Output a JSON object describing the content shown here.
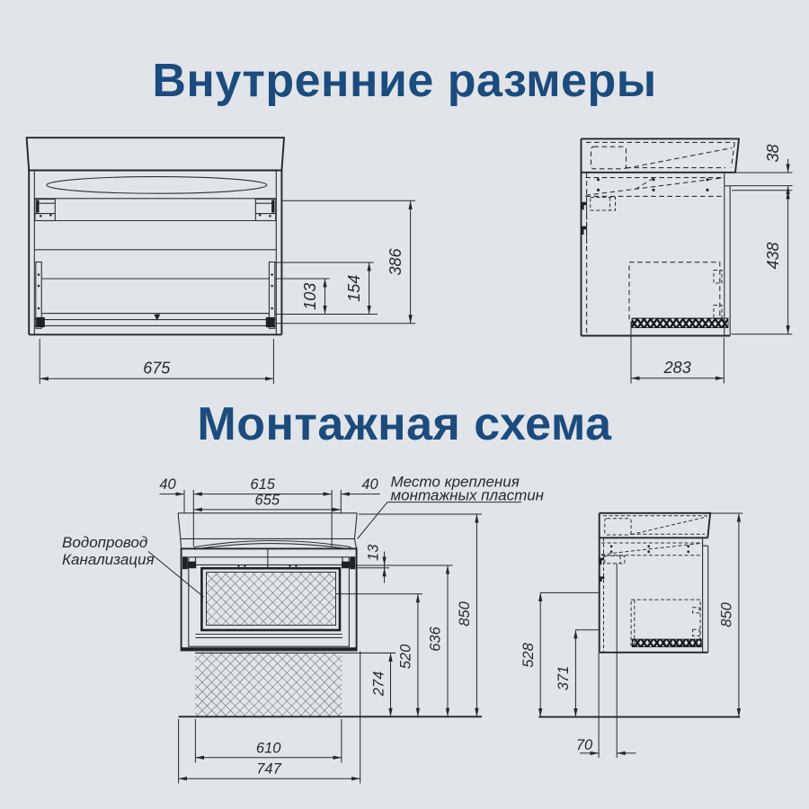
{
  "page": {
    "background_color": "#e1e5e9",
    "accent_color": "#1c4b7e",
    "line_color": "#2c3135"
  },
  "titles": {
    "internal_dimensions": "Внутренние размеры",
    "mounting_scheme": "Монтажная схема"
  },
  "annotations": {
    "mounting_plates_line1": "Место крепления",
    "mounting_plates_line2": "монтажных пластин",
    "plumbing_line1": "Водопровод",
    "plumbing_line2": "Канализация"
  },
  "front_view": {
    "inner_width": "675",
    "inner_height": "386",
    "drawer_inner_height": "103",
    "drawer_outer_height": "154"
  },
  "side_view": {
    "top_thickness": "38",
    "body_height": "438",
    "inner_depth": "283"
  },
  "mounting_front_view": {
    "plate_offset_left": "40",
    "plate_span": "615",
    "plate_offset_right": "40",
    "inner_width": "655",
    "plate_gap": "13",
    "total_height": "850",
    "rail_height": "636",
    "pipe_height": "520",
    "drain_height": "274",
    "clearance_width": "610",
    "overall_width": "747"
  },
  "mounting_side_view": {
    "total_height": "850",
    "water_height": "528",
    "drain_height": "371",
    "wall_offset": "70"
  }
}
